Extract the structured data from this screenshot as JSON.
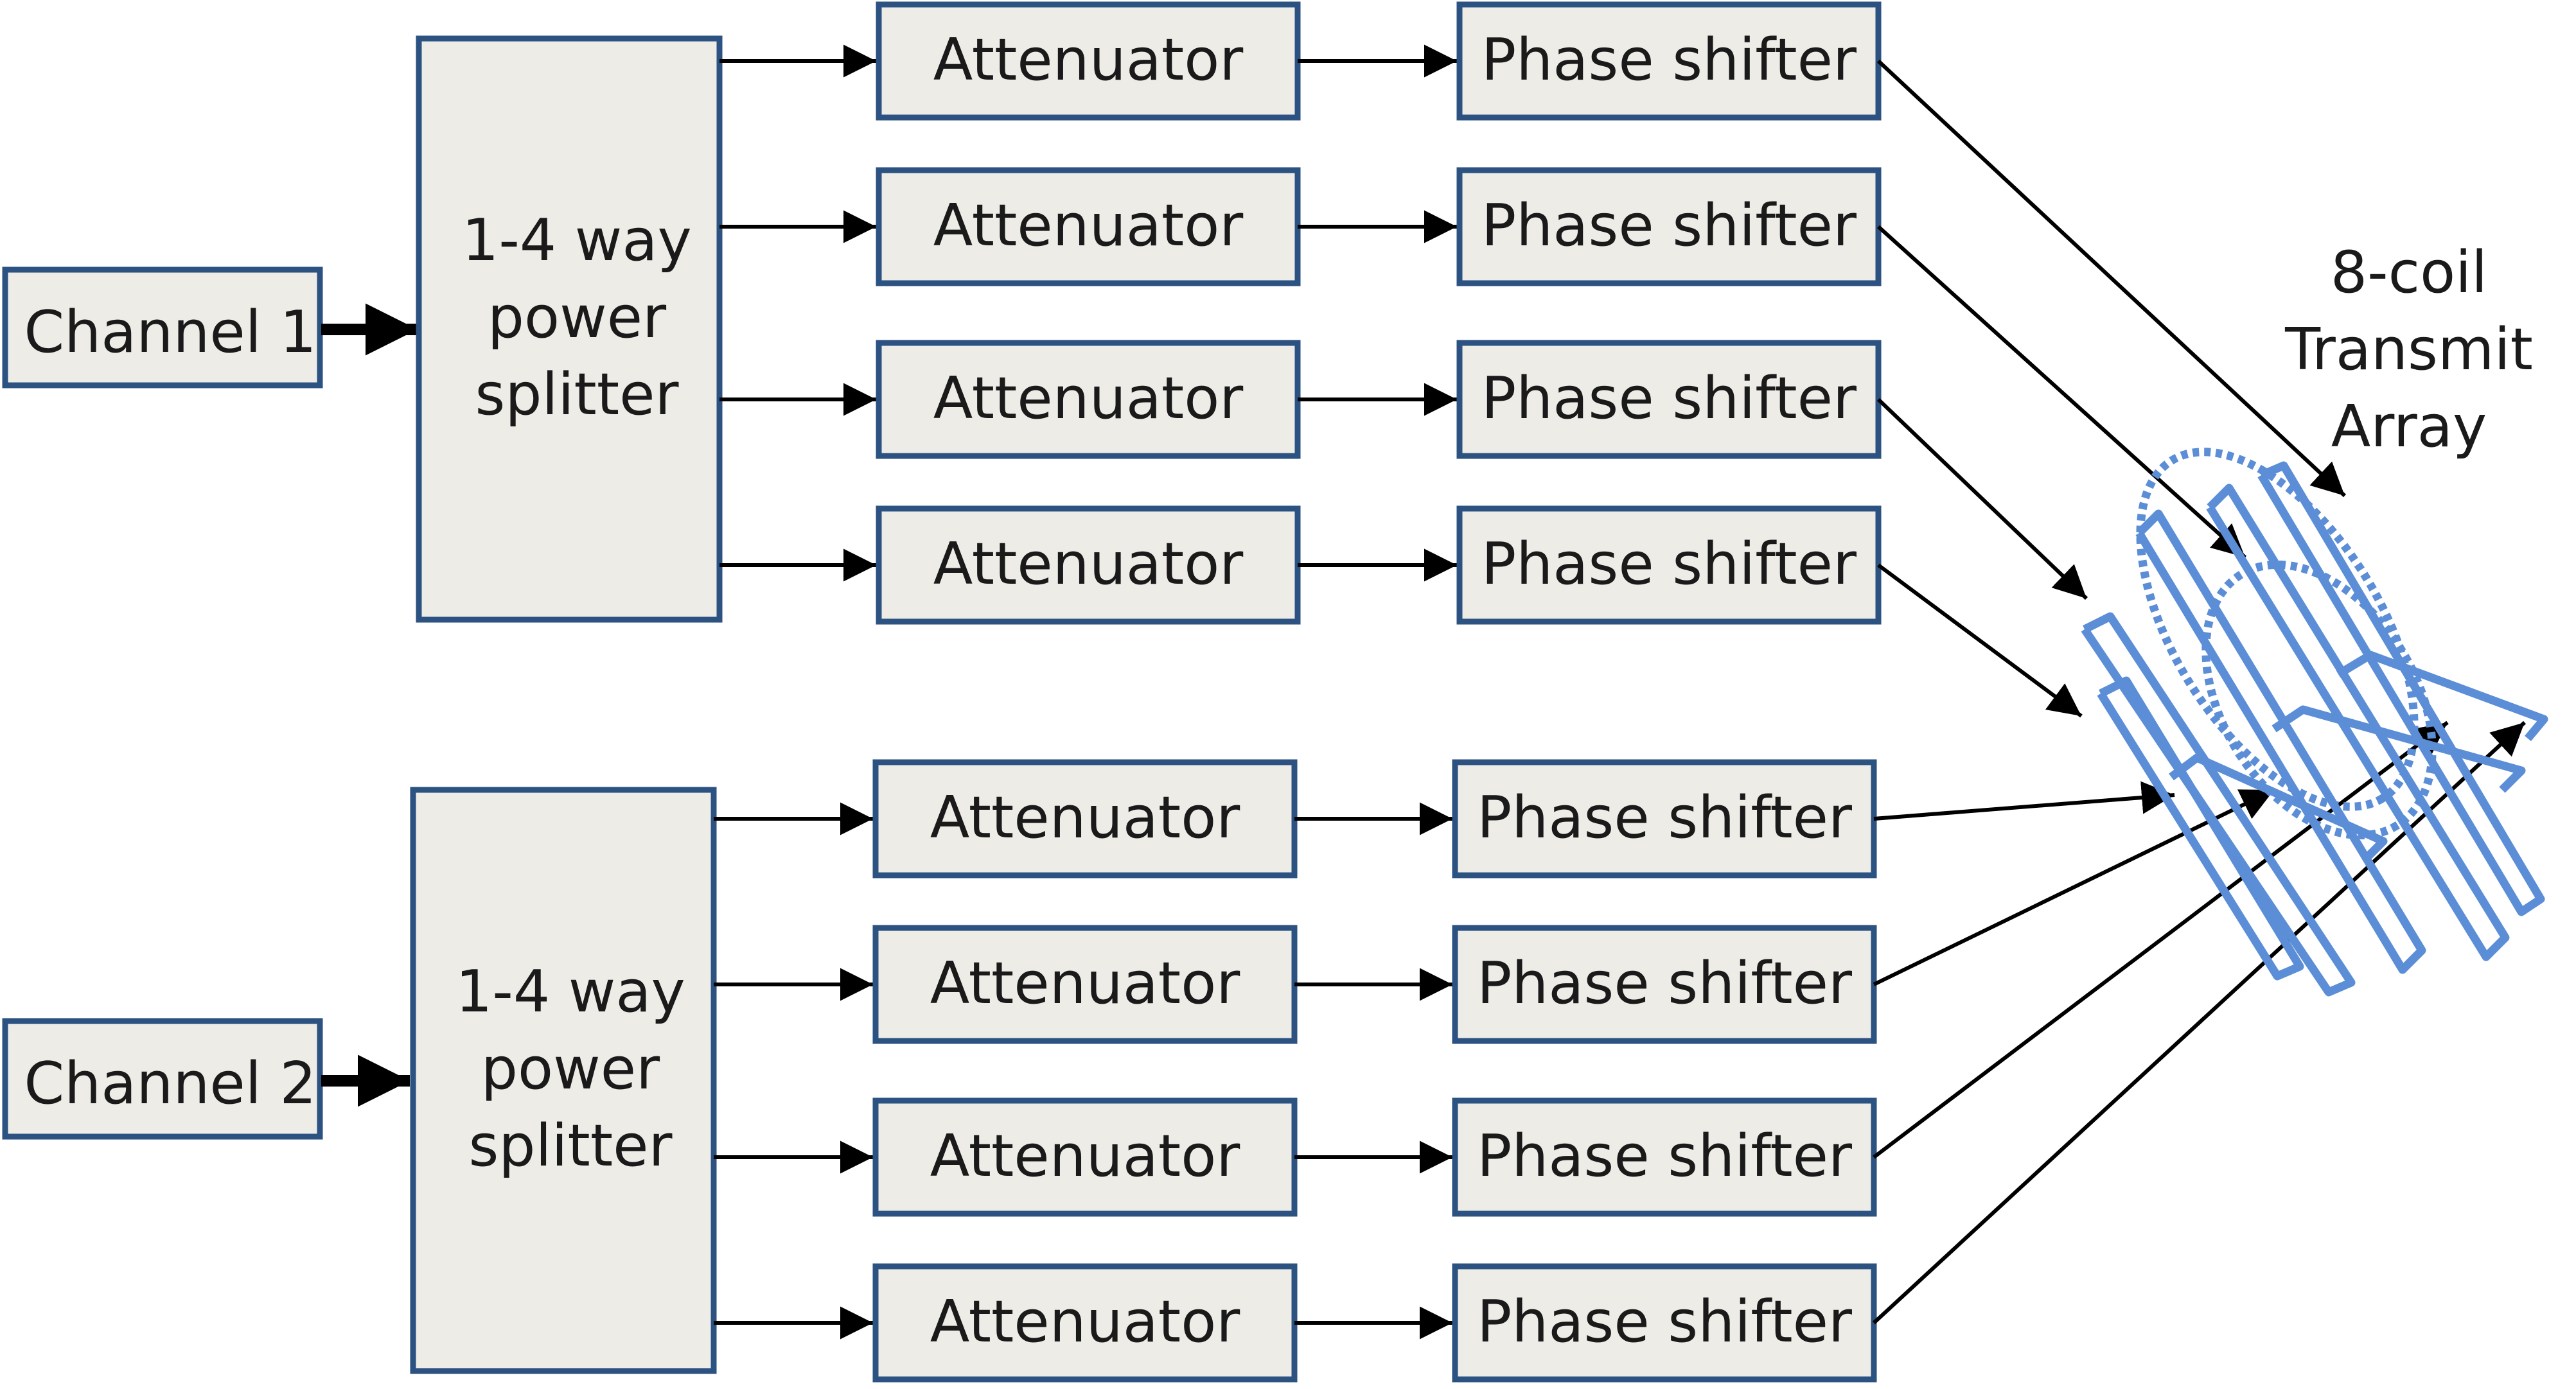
{
  "channels": [
    {
      "label": "Channel 1",
      "splitter": [
        "1-4 way",
        "power",
        "splitter"
      ]
    },
    {
      "label": "Channel 2",
      "splitter": [
        "1-4 way",
        "power",
        "splitter"
      ]
    }
  ],
  "attenuator_label": "Attenuator",
  "phase_shifter_label": "Phase shifter",
  "array": {
    "lines": [
      "8-coil",
      "Transmit",
      "Array"
    ]
  },
  "colors": {
    "box_fill": "#eeece6",
    "box_border": "#2c5282",
    "coil": "#5b8ed6"
  }
}
